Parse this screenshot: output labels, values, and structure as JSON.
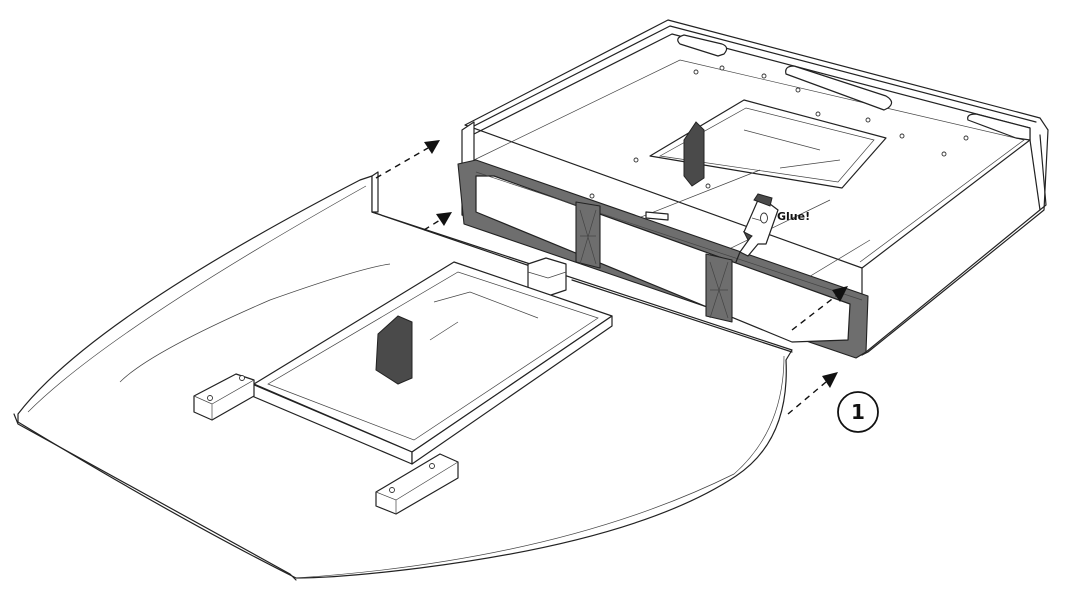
{
  "annotations": {
    "glue_label": "Glue!",
    "step_number": "1"
  },
  "icons": {
    "glue_bottle": "glue-bottle-icon",
    "arrows": "dashed-arrow"
  },
  "colors": {
    "highlight_part": "#6e6e6e",
    "outline": "#222222",
    "background": "#ffffff"
  }
}
